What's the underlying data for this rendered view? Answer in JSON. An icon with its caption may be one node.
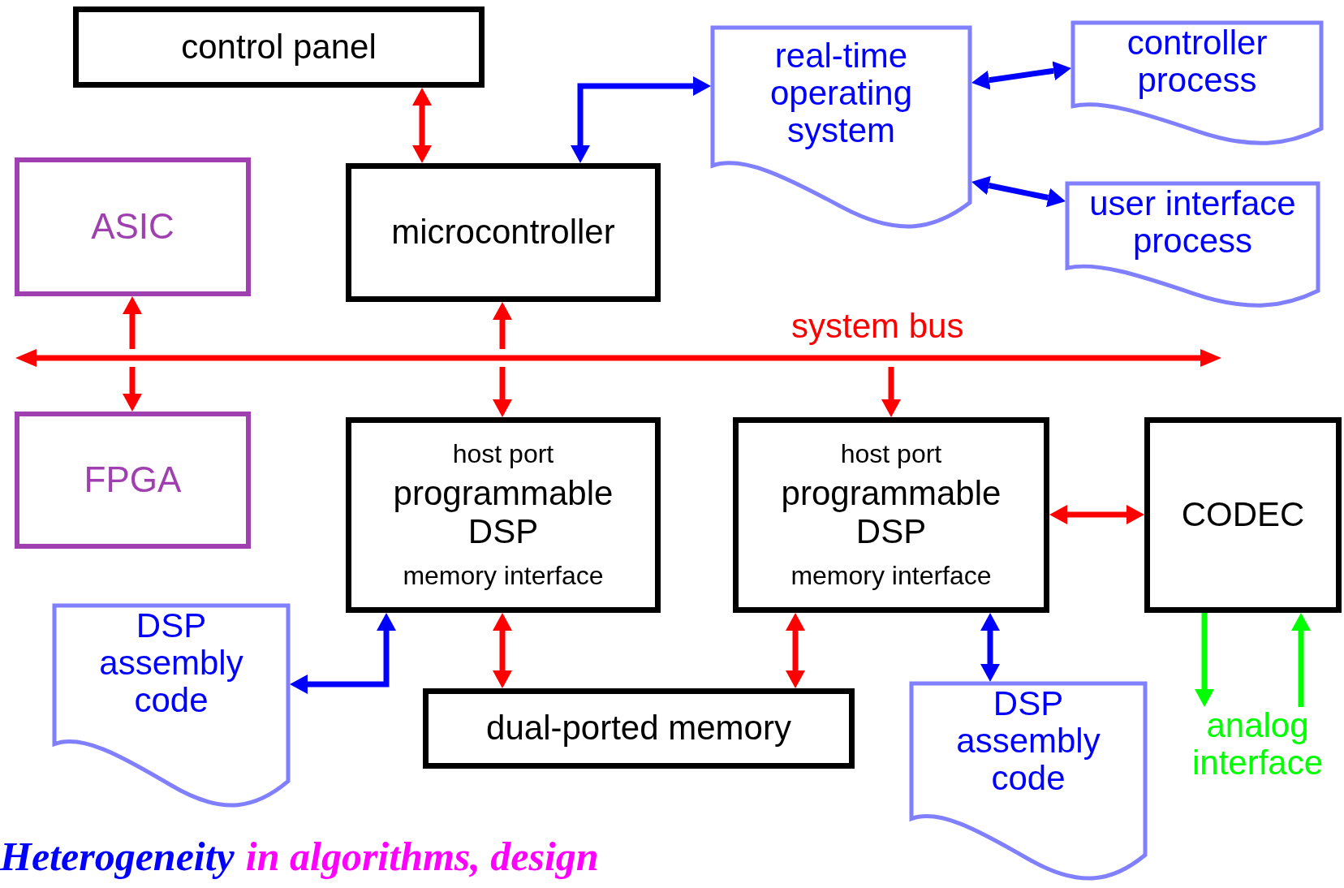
{
  "diagram": {
    "nodes": [
      {
        "text": [
          "control panel"
        ]
      },
      {
        "text": [
          "microcontroller"
        ]
      },
      {
        "text": [
          "real-time operating system"
        ]
      },
      {
        "text": [
          "controller process"
        ]
      },
      {
        "text": [
          "user interface process"
        ]
      },
      {
        "text": [
          "ASIC"
        ]
      },
      {
        "text": [
          "FPGA"
        ]
      },
      {
        "text": [],
        "shape": "bar",
        "beside": [
          "system bus"
        ]
      },
      {
        "text": [
          "host port",
          "programmable DSP",
          "memory interface"
        ]
      },
      {
        "text": [
          "host port",
          "programmable DSP",
          "memory interface"
        ]
      },
      {
        "text": [
          "CODEC"
        ]
      },
      {
        "text": [
          "DSP assembly code"
        ]
      },
      {
        "text": [
          "dual-ported memory"
        ]
      },
      {
        "text": [
          "DSP assembly code"
        ]
      },
      {
        "text": [
          "analog interface"
        ]
      }
    ],
    "edges": [
      {
        "from": 0,
        "to": 1,
        "arrow": "both"
      },
      {
        "from": 1,
        "to": 2,
        "arrow": "both",
        "color": "#0000ff"
      },
      {
        "from": 2,
        "to": 3,
        "arrow": "both",
        "color": "#0000ff"
      },
      {
        "from": 2,
        "to": 4,
        "arrow": "both",
        "color": "#0000ff"
      },
      {
        "from": 7,
        "to": 5,
        "arrow": "to"
      },
      {
        "from": 7,
        "to": 6,
        "arrow": "to"
      },
      {
        "from": 7,
        "to": 1,
        "arrow": "to"
      },
      {
        "from": 7,
        "to": 8,
        "arrow": "to"
      },
      {
        "from": 7,
        "to": 9,
        "arrow": "to"
      },
      {
        "from": 9,
        "to": 10,
        "arrow": "both"
      },
      {
        "from": 8,
        "to": 11,
        "arrow": "both",
        "color": "#0000ff"
      },
      {
        "from": 8,
        "to": 12,
        "arrow": "both"
      },
      {
        "from": 9,
        "to": 12,
        "arrow": "both"
      },
      {
        "from": 9,
        "to": 13,
        "arrow": "both",
        "color": "#0000ff"
      },
      {
        "from": 10,
        "to": 14,
        "arrow": "to",
        "color": "#00ff00"
      },
      {
        "from": 14,
        "to": 10,
        "arrow": "to",
        "color": "#00ff00"
      }
    ],
    "labels": [
      "Heterogeneity",
      "in algorithms, design"
    ]
  }
}
